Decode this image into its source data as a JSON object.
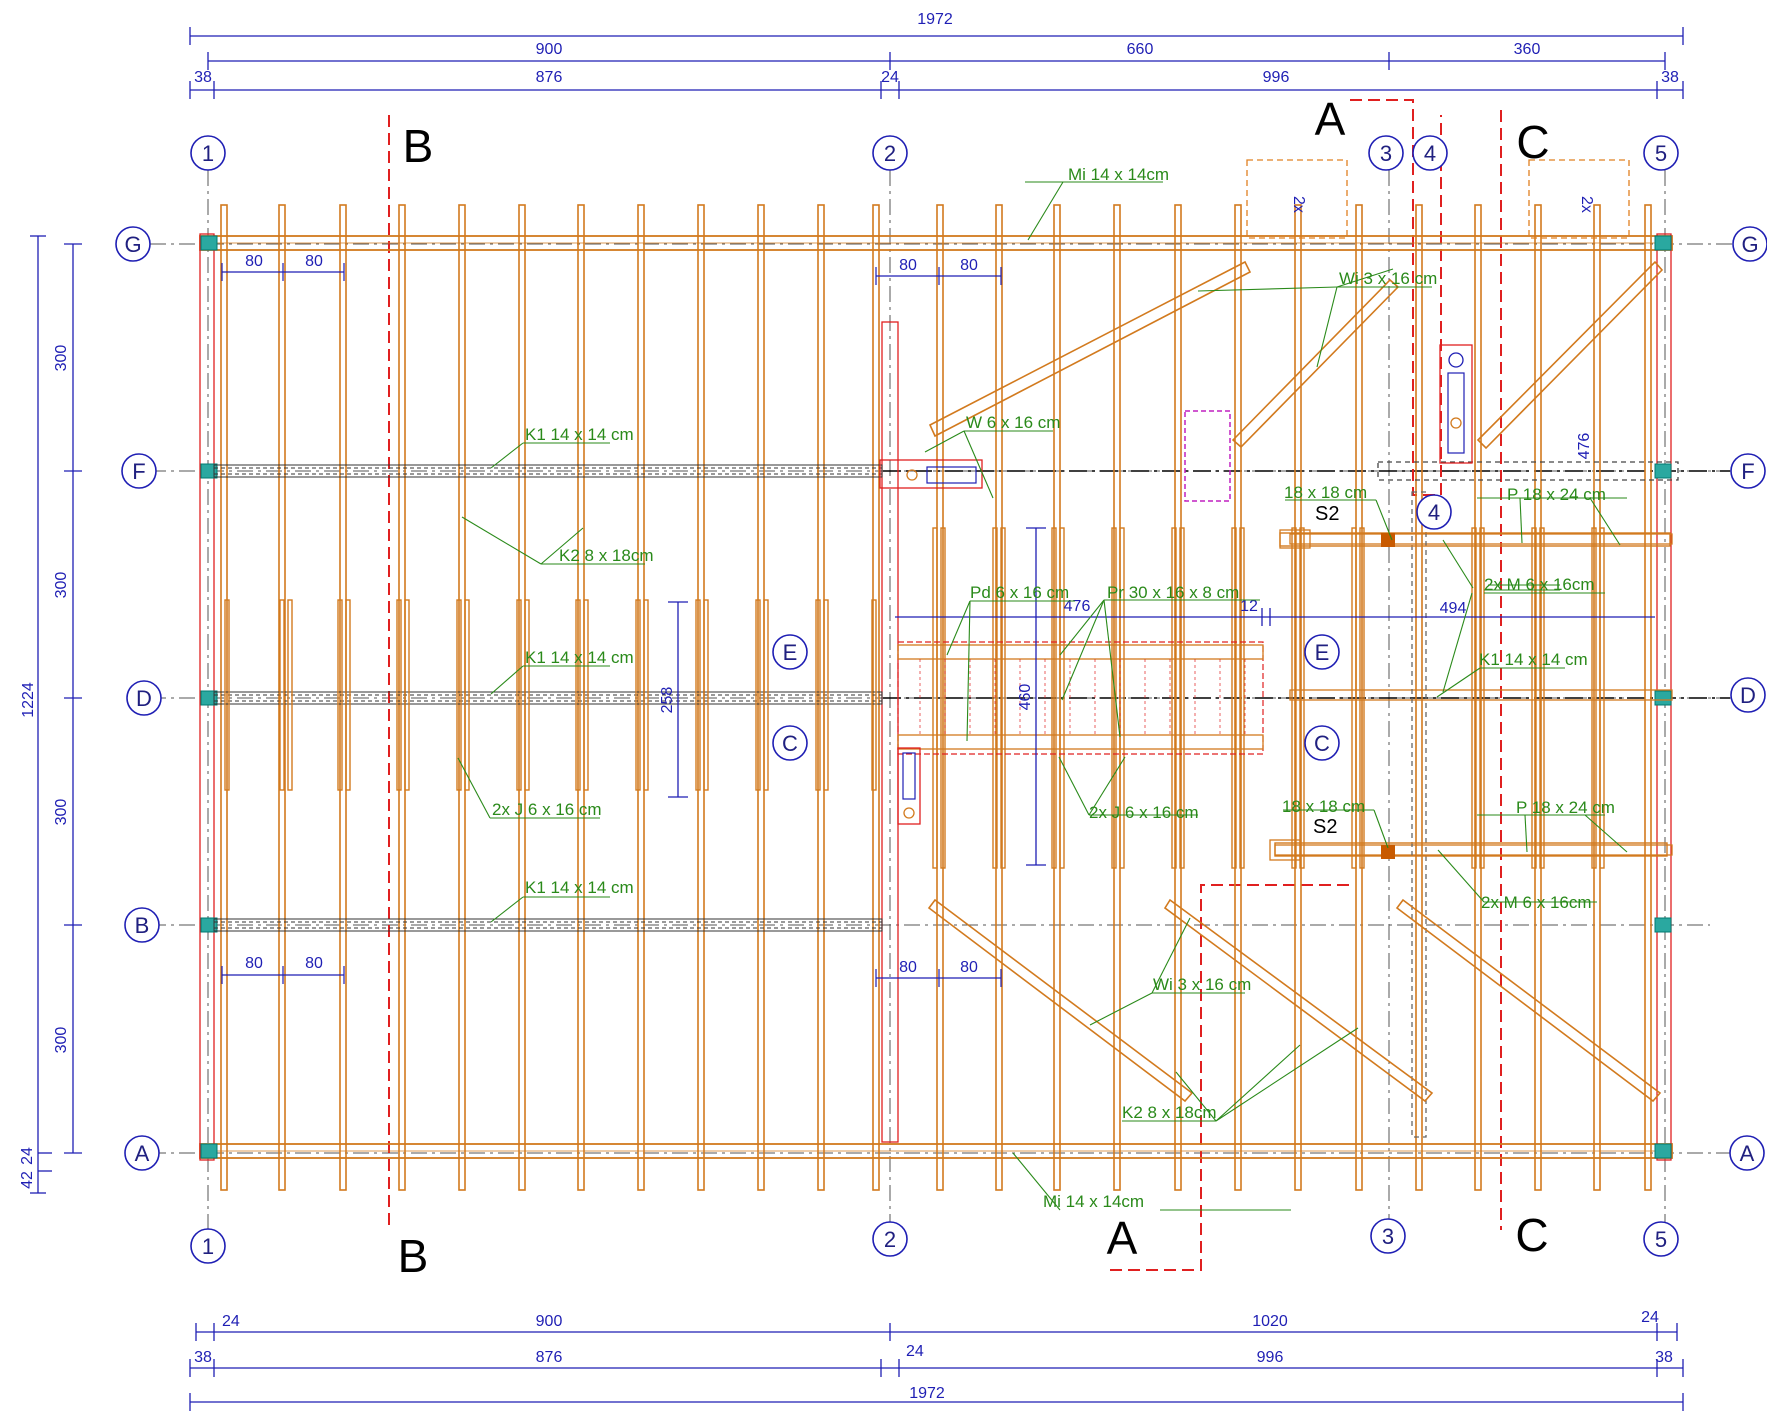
{
  "axes_numbered": [
    "1",
    "2",
    "3",
    "4",
    "5"
  ],
  "axes_lettered": [
    "G",
    "F",
    "D",
    "B",
    "A"
  ],
  "axes_lettered_inner": [
    "E",
    "C"
  ],
  "sections": {
    "a": "A",
    "b": "B",
    "c": "C"
  },
  "dimensions": {
    "top_total": "1972",
    "top_left": "900",
    "top_mid": "660",
    "top_right": "360",
    "top_edge_l": "38",
    "top_span_l": "876",
    "top_gap": "24",
    "top_span_r": "996",
    "top_edge_r": "38",
    "left_total": "1224",
    "left_gf": "300",
    "left_fd": "300",
    "left_db": "300",
    "left_ba": "300",
    "left_base_a": "42",
    "left_base_b": "24",
    "bot_edge_l": "24",
    "bot_left": "900",
    "bot_right": "1020",
    "bot_edge_r": "24",
    "bot_e2": "38",
    "bot_span_l": "876",
    "bot_gap": "24",
    "bot_span_r": "996",
    "bot_e2r": "38",
    "bot_total": "1972",
    "spacing": "80",
    "stair_w1": "476",
    "stair_w2": "12",
    "stair_w3": "494",
    "stair_h": "258",
    "stair_h2": "460",
    "right_476": "476"
  },
  "labels": {
    "mi_top": "Mi 14 x 14cm",
    "mi_bot": "Mi 14 x 14cm",
    "k1_f": "K1 14 x 14 cm",
    "k1_d": "K1 14 x 14 cm",
    "k1_b": "K1 14 x 14 cm",
    "k1_right": "K1 14 x 14 cm",
    "k2_top": "K2 8 x 18cm",
    "k2_bot": "K2 8 x 18cm",
    "j_left": "2x J 6 x 16 cm",
    "j_right": "2x J 6 x 16 cm",
    "w6": "W 6 x 16 cm",
    "wi_top": "Wi 3 x 16 cm",
    "wi_bot": "Wi 3 x 16 cm",
    "pd": "Pd 6 x 16 cm",
    "pr": "Pr 30 x 16 x 8 cm",
    "s18a": "18 x 18 cm",
    "s18b": "18 x 18 cm",
    "s2a": "S2",
    "s2b": "S2",
    "p_top": "P 18 x 24 cm",
    "p_bot": "P 18 x 24 cm",
    "m_top": "2x M 6 x 16cm",
    "m_bot": "2x M 6 x 16cm",
    "chimney": "2x"
  },
  "colors": {
    "timber": "#d27a1e",
    "dim": "#1f1fb4",
    "label": "#2a8a1a",
    "section": "#e02020",
    "bubble": "#1f1fb4"
  }
}
